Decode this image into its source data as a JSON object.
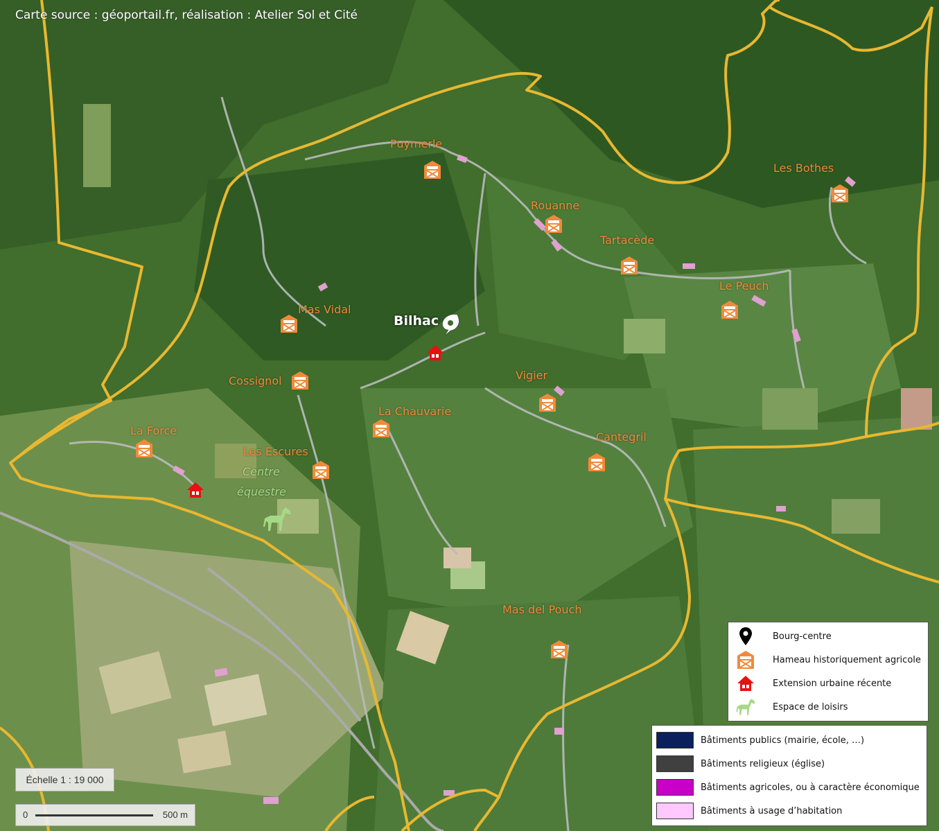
{
  "source_credit": "Carte source : géoportail.fr, réalisation : Atelier Sol et Cité",
  "bourg": {
    "name": "Bilhac"
  },
  "hamlets": [
    {
      "name": "Puymerle"
    },
    {
      "name": "Les Bothes"
    },
    {
      "name": "Rouanne"
    },
    {
      "name": "Tartacède"
    },
    {
      "name": "Le Peuch"
    },
    {
      "name": "Mas Vidal"
    },
    {
      "name": "Cossignol"
    },
    {
      "name": "Vigier"
    },
    {
      "name": "La Chauvarie"
    },
    {
      "name": "La Force"
    },
    {
      "name": "Les Escures"
    },
    {
      "name": "Cantegril"
    },
    {
      "name": "Mas del Pouch"
    }
  ],
  "leisure": {
    "name_line1": "Centre",
    "name_line2": "équestre"
  },
  "legend_symbols": [
    {
      "icon": "map-pin-icon",
      "label": "Bourg-centre"
    },
    {
      "icon": "barn-icon",
      "label": "Hameau historiquement agricole"
    },
    {
      "icon": "house-icon",
      "label": "Extension urbaine récente"
    },
    {
      "icon": "horse-icon",
      "label": "Espace de loisirs"
    }
  ],
  "legend_buildings": [
    {
      "color": "#0a1f5c",
      "label": "Bâtiments publics (mairie, école, …)"
    },
    {
      "color": "#404040",
      "label": "Bâtiments religieux (église)"
    },
    {
      "color": "#c800c8",
      "label": "Bâtiments agricoles, ou à caractère économique"
    },
    {
      "color": "#ffc8ff",
      "label": "Bâtiments à usage d’habitation"
    }
  ],
  "scale": {
    "text": "Échelle 1 : 19 000",
    "bar_start": "0",
    "bar_end": "500 m"
  },
  "colors": {
    "boundary": "#e8b830",
    "hamlet": "#f08a3a",
    "urban": "#e81010",
    "leisure": "#a6d987"
  }
}
